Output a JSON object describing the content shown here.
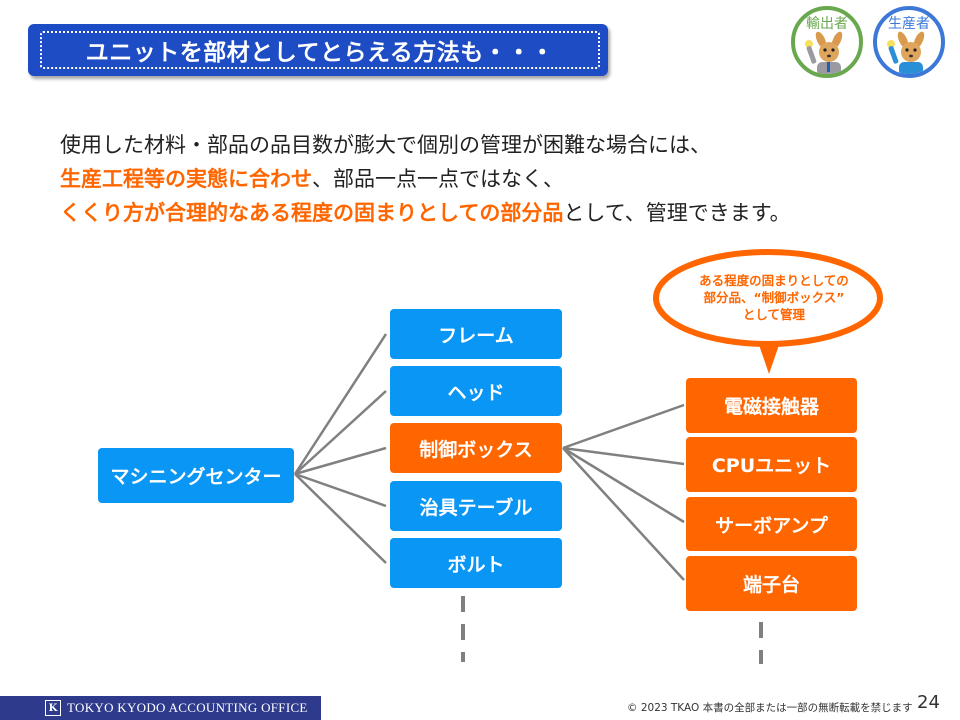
{
  "title": "ユニットを部材としてとらえる方法も・・・",
  "avatars": [
    {
      "label": "輸出者",
      "color": "#6aa84f"
    },
    {
      "label": "生産者",
      "color": "#3c78d8"
    }
  ],
  "intro": {
    "line1": "使用した材料・部品の品目数が膨大で個別の管理が困難な場合には、",
    "line2_highlight": "生産工程等の実態に合わせ",
    "line2_rest": "、部品一点一点ではなく、",
    "line3_highlight": "くくり方が合理的なある程度の固まりとしての部分品",
    "line3_rest": "として、管理できます。"
  },
  "diagram": {
    "root": "マシニングセンター",
    "components": [
      "フレーム",
      "ヘッド",
      "制御ボックス",
      "治具テーブル",
      "ボルト"
    ],
    "highlighted_component": "制御ボックス",
    "subcomponents": [
      "電磁接触器",
      "CPUユニット",
      "サーボアンプ",
      "端子台"
    ],
    "callout": {
      "line1": "ある程度の固まりとしての",
      "line2": "部分品、“制御ボックス”",
      "line3": "として管理"
    },
    "colors": {
      "blue": "#0a96f5",
      "orange": "#ff6600",
      "line": "#808080"
    }
  },
  "footer": {
    "logo_letter": "K",
    "company": "TOKYO KYODO ACCOUNTING OFFICE",
    "copyright": "© 2023 TKAO 本書の全部または一部の無断転載を禁じます",
    "page": "24"
  }
}
